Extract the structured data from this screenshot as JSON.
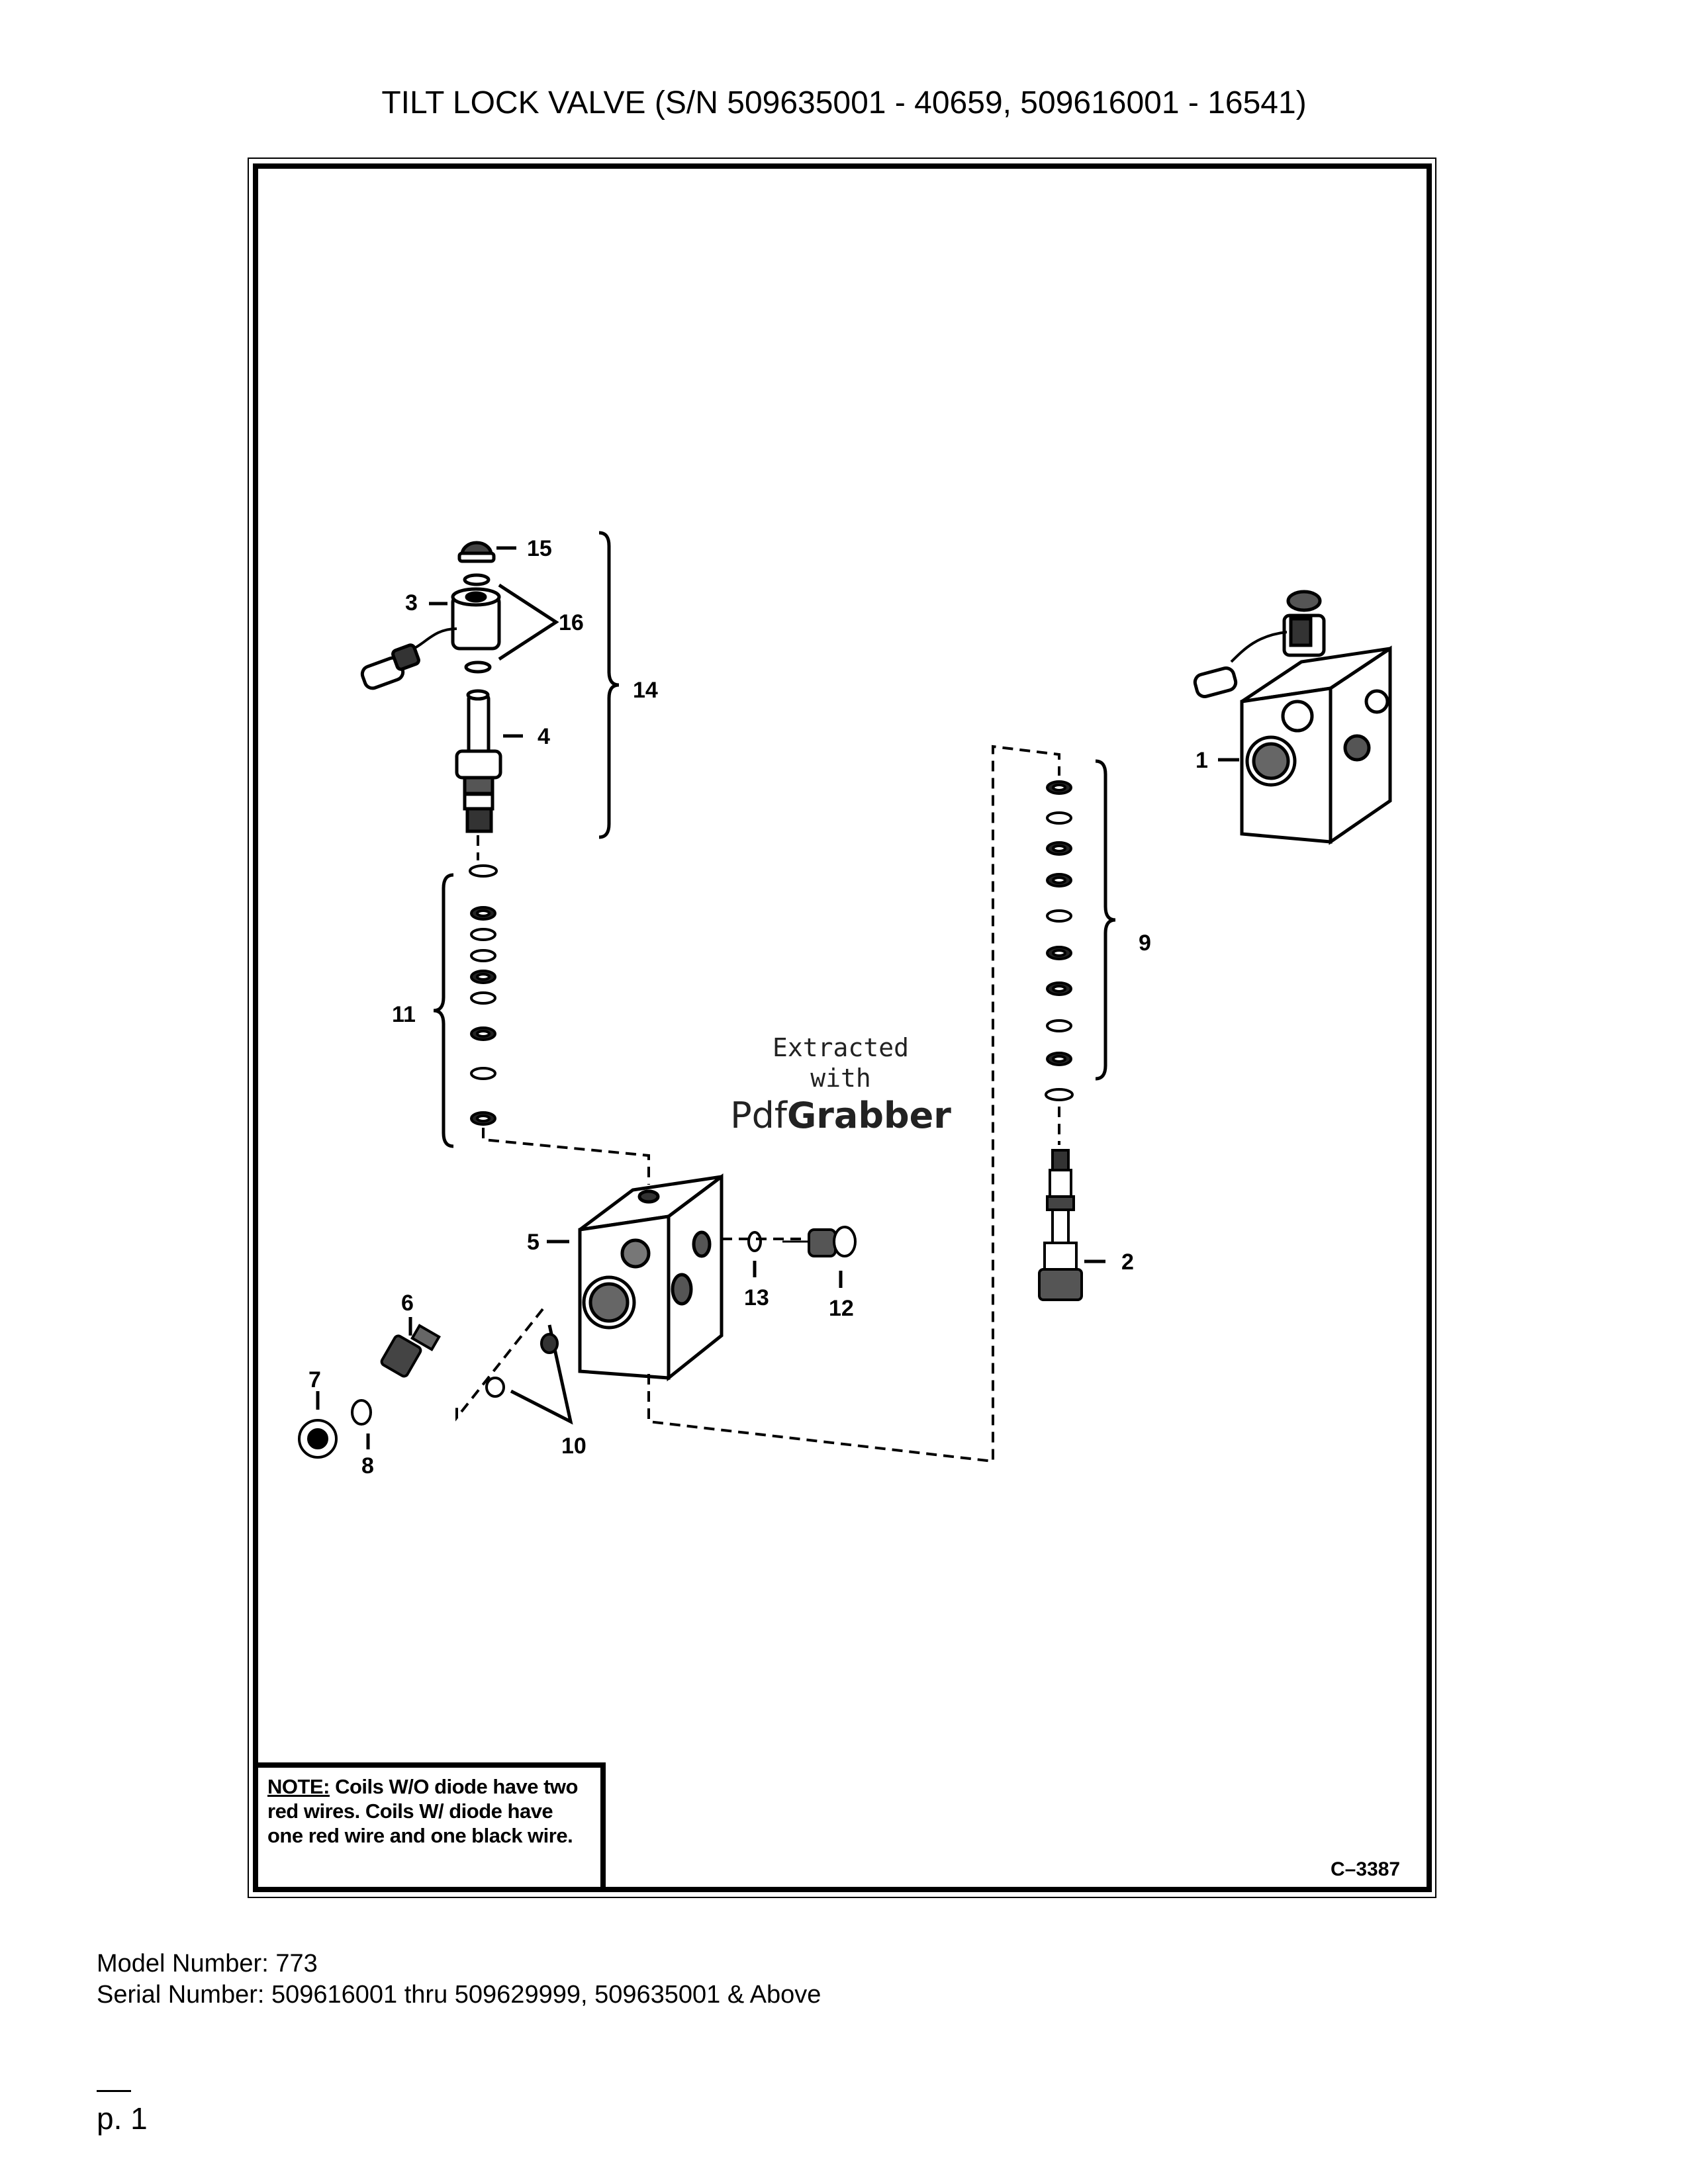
{
  "title": "TILT LOCK VALVE (S/N 509635001 - 40659, 509616001 - 16541)",
  "callouts": {
    "c1": "1",
    "c2": "2",
    "c3": "3",
    "c4": "4",
    "c5": "5",
    "c6": "6",
    "c7": "7",
    "c8": "8",
    "c9": "9",
    "c10": "10",
    "c11": "11",
    "c12": "12",
    "c13": "13",
    "c14": "14",
    "c15": "15",
    "c16": "16"
  },
  "note": {
    "label": "NOTE:",
    "text": "Coils W/O diode have two red wires. Coils W/ diode have one red wire and one black wire."
  },
  "drawing_number": "C–3387",
  "watermark": {
    "line1": "Extracted",
    "line2": "with",
    "brand_prefix": "Pdf",
    "brand_suffix": "Grabber"
  },
  "footer": {
    "model": "Model Number: 773",
    "serial": "Serial Number: 509616001 thru 509629999, 509635001 & Above"
  },
  "page_number": "p. 1"
}
